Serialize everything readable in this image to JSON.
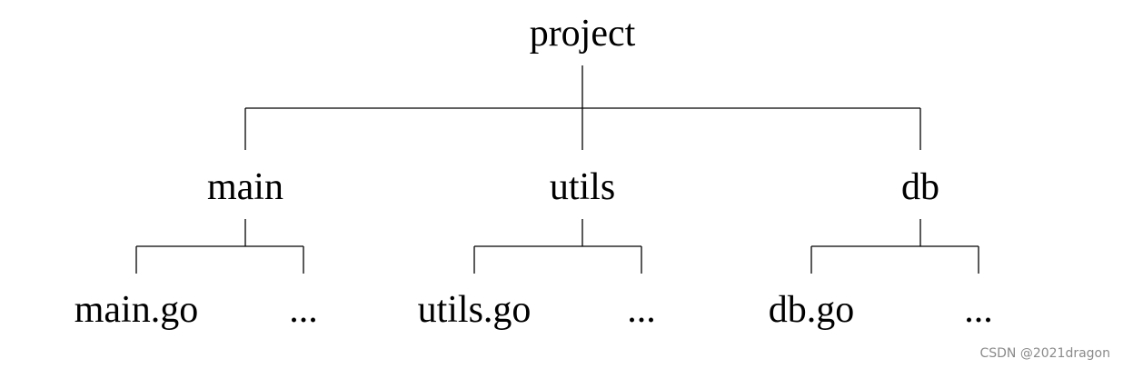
{
  "tree": {
    "root": "project",
    "branches": [
      {
        "label": "main",
        "children": [
          "main.go",
          "..."
        ]
      },
      {
        "label": "utils",
        "children": [
          "utils.go",
          "..."
        ]
      },
      {
        "label": "db",
        "children": [
          "db.go",
          "..."
        ]
      }
    ]
  },
  "watermark": "CSDN @2021dragon",
  "colors": {
    "line": "#000000",
    "text": "#000000",
    "watermark": "#8a8a8a",
    "background": "#ffffff"
  }
}
